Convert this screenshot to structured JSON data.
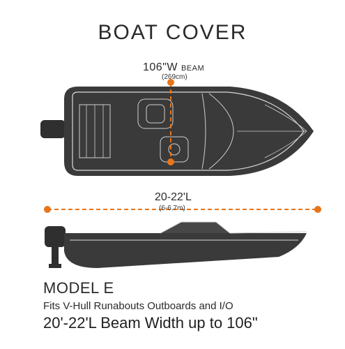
{
  "title": "BOAT COVER",
  "beam": {
    "main": "106\"W",
    "word": "BEAM",
    "metric": "(269cm)"
  },
  "length": {
    "main": "20-22'L",
    "metric": "(6-6.7m)"
  },
  "model": "MODEL E",
  "fits": "Fits V-Hull Runabouts Outboards and I/O",
  "dimensions": "20'-22'L Beam Width up to 106\"",
  "colors": {
    "accent": "#e8751a",
    "hull": "#3b3b3b",
    "outline": "#d9d9d9"
  }
}
